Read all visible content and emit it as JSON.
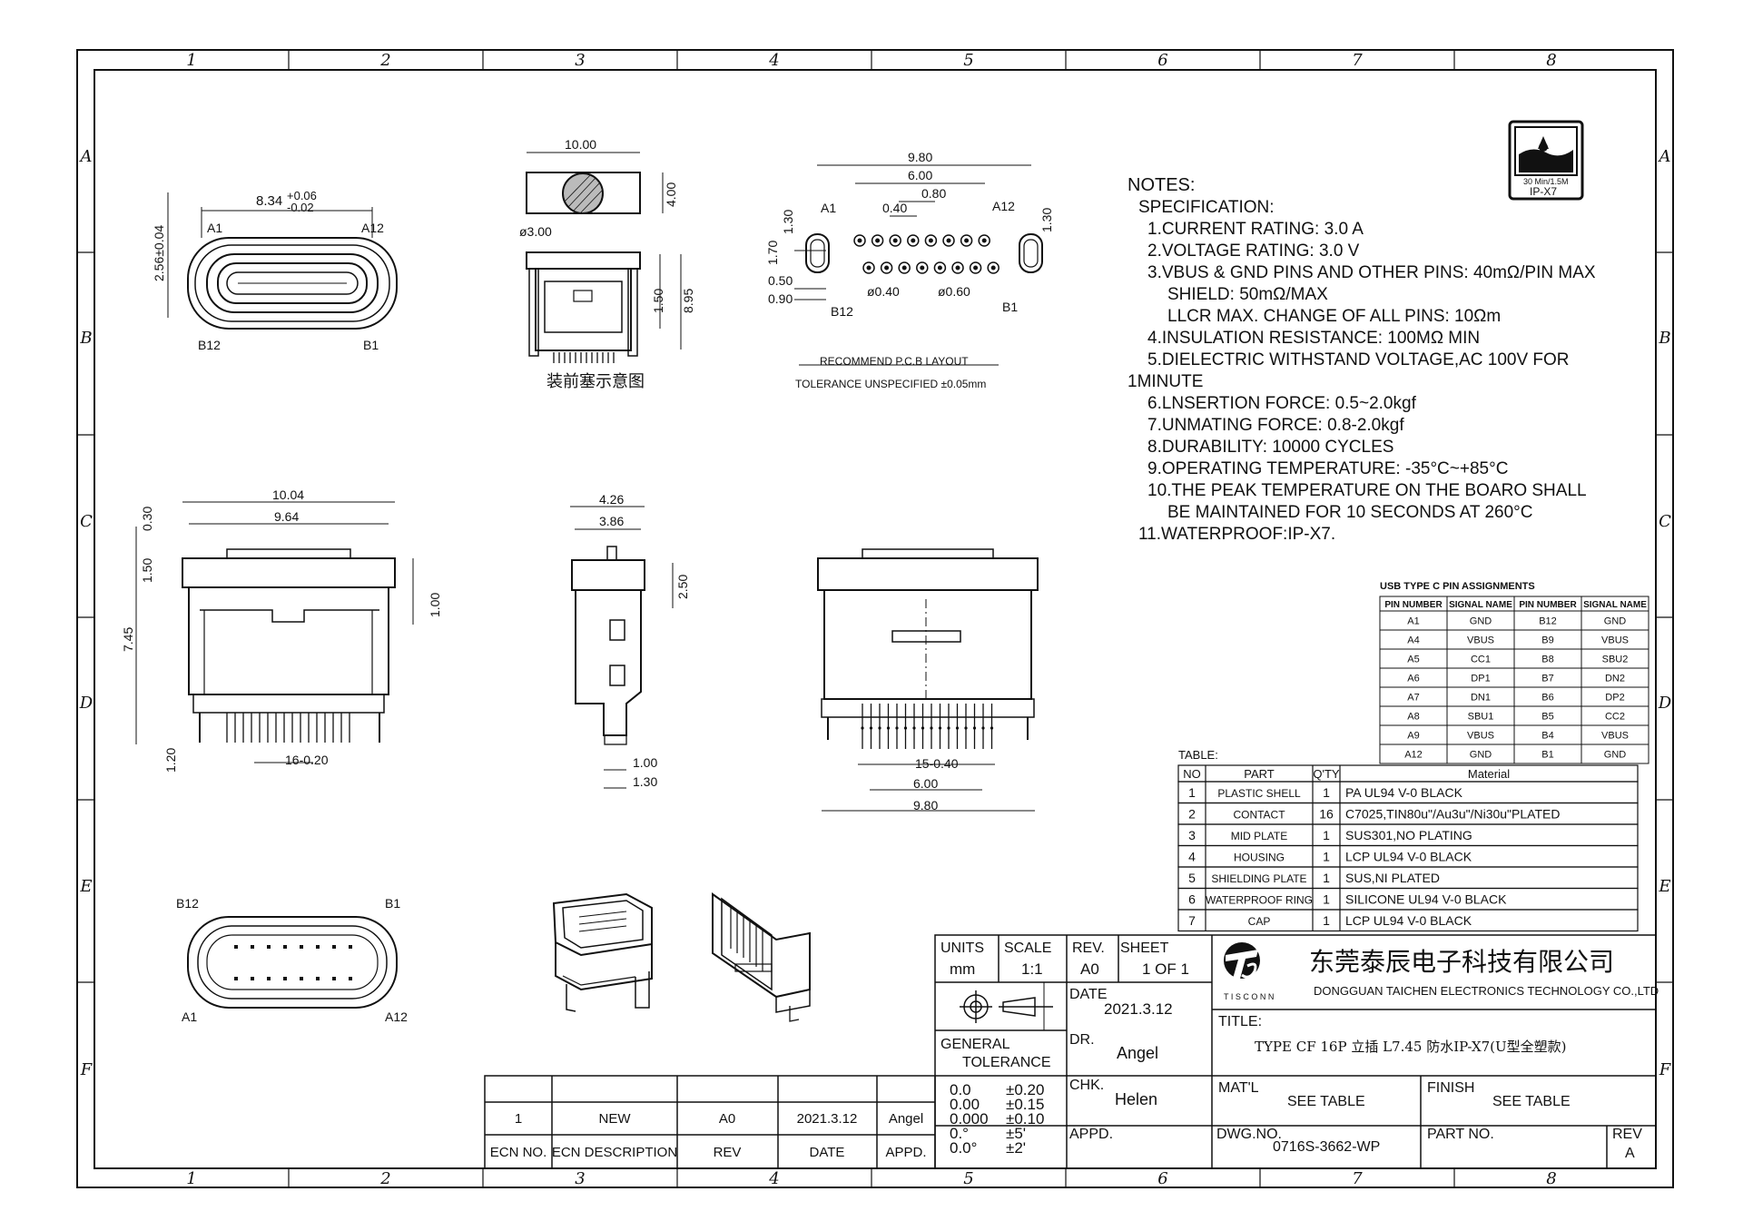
{
  "grid": {
    "columns": [
      "1",
      "2",
      "3",
      "4",
      "5",
      "6",
      "7",
      "8"
    ],
    "rows": [
      "A",
      "B",
      "C",
      "D",
      "E",
      "F"
    ]
  },
  "ip_badge": {
    "line1": "30 Min/1.5M",
    "line2": "IP-X7"
  },
  "notes": {
    "title": "NOTES:",
    "spec": "SPECIFICATION:",
    "items": [
      "1.CURRENT RATING: 3.0 A",
      "2.VOLTAGE RATING: 3.0 V",
      "3.VBUS & GND PINS AND OTHER PINS: 40mΩ/PIN MAX",
      "SHIELD: 50mΩ/MAX",
      "LLCR MAX. CHANGE OF ALL PINS: 10Ωm",
      "4.INSULATION RESISTANCE:  100MΩ MIN",
      "5.DIELECTRIC WITHSTAND VOLTAGE,AC 100V FOR",
      "1MINUTE",
      "6.LNSERTION FORCE: 0.5~2.0kgf",
      "7.UNMATING FORCE: 0.8-2.0kgf",
      "8.DURABILITY: 10000 CYCLES",
      "9.OPERATING TEMPERATURE: -35°C~+85°C",
      "10.THE PEAK TEMPERATURE ON THE BOARO SHALL",
      "BE MAINTAINED FOR 10 SECONDS AT 260°C",
      "11.WATERPROOF:IP-X7."
    ]
  },
  "dims": {
    "top_w": "8.34",
    "top_tol_up": "+0.06",
    "top_tol_dn": "-0.02",
    "top_h": "2.56±0.04",
    "a1": "A1",
    "a12": "A12",
    "b12": "B12",
    "b1": "B1",
    "round_w": "10.00",
    "round_h": "4.00",
    "round_dia": "ø3.00",
    "side_h1": "1.50",
    "side_h2": "8.95",
    "pre_label": "装前塞示意图",
    "pcb_w1": "9.80",
    "pcb_w2": "6.00",
    "pcb_p1": "0.80",
    "pcb_p2": "0.40",
    "pcb_h1": "1.30",
    "pcb_h2": "1.70",
    "pcb_h3": "1.30",
    "pcb_l1": "0.50",
    "pcb_l2": "0.90",
    "pcb_d1": "ø0.40",
    "pcb_d2": "ø0.60",
    "pcb_title": "RECOMMEND P.C.B LAYOUT",
    "pcb_tol": "TOLERANCE UNSPECIFIED ±0.05mm",
    "front_w1": "10.04",
    "front_w2": "9.64",
    "front_h1": "0.30",
    "front_h2": "1.50",
    "front_h3": "7.45",
    "front_h4": "1.00",
    "front_h5": "1.20",
    "front_pins": "16-0.20",
    "side2_w1": "4.26",
    "side2_w2": "3.86",
    "side2_h": "2.50",
    "side2_b1": "1.00",
    "side2_b2": "1.30",
    "back_pins": "15-0.40",
    "back_w1": "6.00",
    "back_w2": "9.80"
  },
  "pin_table": {
    "title": "USB TYPE C PIN ASSIGNMENTS",
    "headers": [
      "PIN NUMBER",
      "SIGNAL NAME",
      "PIN NUMBER",
      "SIGNAL NAME"
    ],
    "rows": [
      [
        "A1",
        "GND",
        "B12",
        "GND"
      ],
      [
        "A4",
        "VBUS",
        "B9",
        "VBUS"
      ],
      [
        "A5",
        "CC1",
        "B8",
        "SBU2"
      ],
      [
        "A6",
        "DP1",
        "B7",
        "DN2"
      ],
      [
        "A7",
        "DN1",
        "B6",
        "DP2"
      ],
      [
        "A8",
        "SBU1",
        "B5",
        "CC2"
      ],
      [
        "A9",
        "VBUS",
        "B4",
        "VBUS"
      ],
      [
        "A12",
        "GND",
        "B1",
        "GND"
      ]
    ]
  },
  "bom": {
    "caption": "TABLE:",
    "headers": [
      "NO",
      "PART",
      "Q'TY",
      "Material"
    ],
    "rows": [
      [
        "1",
        "PLASTIC SHELL",
        "1",
        "PA UL94 V-0 BLACK"
      ],
      [
        "2",
        "CONTACT",
        "16",
        "C7025,TIN80u\"/Au3u\"/Ni30u\"PLATED"
      ],
      [
        "3",
        "MID PLATE",
        "1",
        "SUS301,NO PLATING"
      ],
      [
        "4",
        "HOUSING",
        "1",
        "LCP UL94 V-0 BLACK"
      ],
      [
        "5",
        "SHIELDING PLATE",
        "1",
        "SUS,NI PLATED"
      ],
      [
        "6",
        "WATERPROOF RING",
        "1",
        "SILICONE UL94 V-0 BLACK"
      ],
      [
        "7",
        "CAP",
        "1",
        "LCP UL94 V-0 BLACK"
      ]
    ]
  },
  "title_block": {
    "units_label": "UNITS",
    "units": "mm",
    "scale_label": "SCALE",
    "scale": "1:1",
    "rev_label": "REV.",
    "rev": "A0",
    "sheet_label": "SHEET",
    "sheet": "1 OF 1",
    "date_label": "DATE",
    "date": "2021.3.12",
    "dr_label": "DR.",
    "dr": "Angel",
    "chk_label": "CHK.",
    "chk": "Helen",
    "appd_label": "APPD.",
    "gen_tol_1": "GENERAL",
    "gen_tol_2": "TOLERANCE",
    "tol_rows": [
      [
        "0.0",
        "±0.20"
      ],
      [
        "0.00",
        "±0.15"
      ],
      [
        "0.000",
        "±0.10"
      ],
      [
        "0.°",
        "±5'"
      ],
      [
        "0.0°",
        "±2'"
      ]
    ],
    "company_cn": "东莞泰辰电子科技有限公司",
    "company_en": "DONGGUAN TAICHEN ELECTRONICS TECHNOLOGY CO.,LTD",
    "logo_sub": "T I S C O N N",
    "title_label": "TITLE:",
    "title": "TYPE CF 16P 立插 L7.45 防水IP-X7(U型全塑款)",
    "matl_label": "MAT'L",
    "matl": "SEE TABLE",
    "finish_label": "FINISH",
    "finish": "SEE TABLE",
    "dwg_label": "DWG.NO.",
    "dwg": "0716S-3662-WP",
    "part_label": "PART NO.",
    "rev2_label": "REV",
    "rev2": "A"
  },
  "ecn": {
    "row": [
      "1",
      "NEW",
      "A0",
      "2021.3.12",
      "Angel"
    ],
    "headers": [
      "ECN NO.",
      "ECN DESCRIPTION",
      "REV",
      "DATE",
      "APPD."
    ]
  }
}
